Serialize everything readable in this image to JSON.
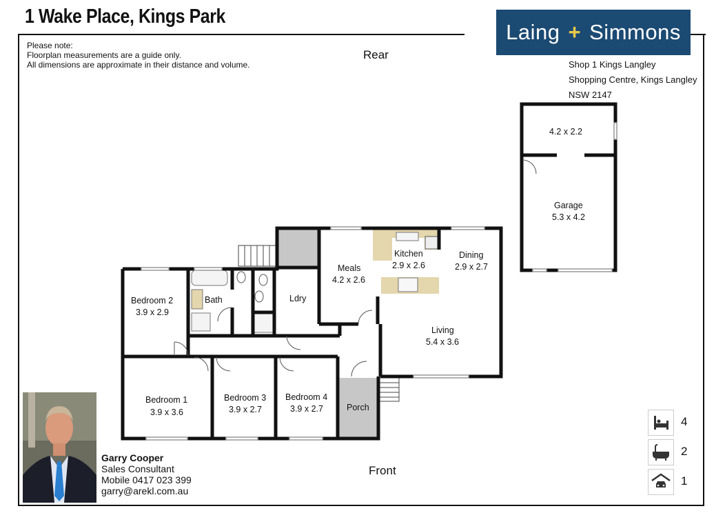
{
  "header": {
    "address": "1 Wake Place, Kings Park"
  },
  "brand": {
    "name_left": "Laing",
    "plus": "+",
    "name_right": "Simmons",
    "bg_color": "#1b4a73",
    "accent": "#e6c84a"
  },
  "notes": {
    "heading": "Please note:",
    "line1": "Floorplan measurements are a guide only.",
    "line2": "All dimensions are approximate in their distance and volume."
  },
  "office": {
    "line1": "Shop 1 Kings Langley",
    "line2": "Shopping Centre, Kings Langley",
    "line3": "NSW 2147"
  },
  "orientation": {
    "rear": "Rear",
    "front": "Front"
  },
  "rooms": {
    "bedroom2": {
      "name": "Bedroom 2",
      "dims": "3.9 x 2.9"
    },
    "bath": {
      "name": "Bath"
    },
    "ldry": {
      "name": "Ldry"
    },
    "meals": {
      "name": "Meals",
      "dims": "4.2 x 2.6"
    },
    "kitchen": {
      "name": "Kitchen",
      "dims": "2.9 x 2.6"
    },
    "dining": {
      "name": "Dining",
      "dims": "2.9 x 2.7"
    },
    "living": {
      "name": "Living",
      "dims": "5.4 x 3.6"
    },
    "bedroom1": {
      "name": "Bedroom 1",
      "dims": "3.9 x 3.6"
    },
    "bedroom3": {
      "name": "Bedroom 3",
      "dims": "3.9 x 2.7"
    },
    "bedroom4": {
      "name": "Bedroom 4",
      "dims": "3.9 x 2.7"
    },
    "porch": {
      "name": "Porch"
    },
    "garage_store": {
      "dims": "4.2 x 2.2"
    },
    "garage": {
      "name": "Garage",
      "dims": "5.3 x 4.2"
    }
  },
  "agent": {
    "name": "Garry Cooper",
    "title": "Sales Consultant",
    "mobile": "Mobile  0417 023 399",
    "email": "garry@arekl.com.au"
  },
  "features": [
    {
      "icon": "bed-icon",
      "count": "4"
    },
    {
      "icon": "bathtub-icon",
      "count": "2"
    },
    {
      "icon": "car-icon",
      "count": "1"
    }
  ]
}
